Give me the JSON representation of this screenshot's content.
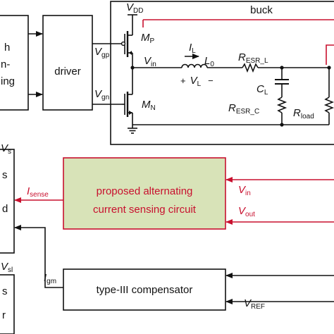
{
  "colors": {
    "wire": "#111111",
    "signal": "#c8102e",
    "sensing_fill": "#d8e3b8",
    "sensing_border": "#c8102e"
  },
  "blocks": {
    "switch": {
      "line1": "h",
      "line2": "n-",
      "line3": "ing"
    },
    "driver": {
      "label": "driver"
    },
    "buck": {
      "label": "buck"
    },
    "logic_top": {
      "line1": "s",
      "line2": "d"
    },
    "logic_bottom": {
      "line1": "s",
      "line2": "r"
    },
    "sensing": {
      "line1": "proposed alternating",
      "line2": "current sensing circuit"
    },
    "compensator": {
      "label": "type-III compensator"
    }
  },
  "labels": {
    "vdd": {
      "main": "V",
      "sub": "DD"
    },
    "mp": {
      "main": "M",
      "sub": "P"
    },
    "mn": {
      "main": "M",
      "sub": "N"
    },
    "vgp": {
      "main": "V",
      "sub": "gp"
    },
    "vgn": {
      "main": "V",
      "sub": "gn"
    },
    "vin_node": {
      "main": "V",
      "sub": "in"
    },
    "il": {
      "main": "I",
      "sub": "L"
    },
    "l0": {
      "main": "L",
      "sub": "0"
    },
    "vl": {
      "plus": "+",
      "main": "V",
      "sub": "L",
      "minus": "−"
    },
    "resr_l": {
      "main": "R",
      "sub": "ESR_L"
    },
    "cl": {
      "main": "C",
      "sub": "L"
    },
    "resr_c": {
      "main": "R",
      "sub": "ESR_C"
    },
    "rload": {
      "main": "R",
      "sub": "load"
    },
    "vs": {
      "main": "V",
      "sub": "s"
    },
    "isense": {
      "main": "I",
      "sub": "sense"
    },
    "vin_in": {
      "main": "V",
      "sub": "in"
    },
    "vout_in": {
      "main": "V",
      "sub": "out"
    },
    "vsl": {
      "main": "V",
      "sub": "sl"
    },
    "igm": {
      "main": "I",
      "sub": "gm"
    },
    "vref": {
      "main": "V",
      "sub": "REF"
    }
  }
}
